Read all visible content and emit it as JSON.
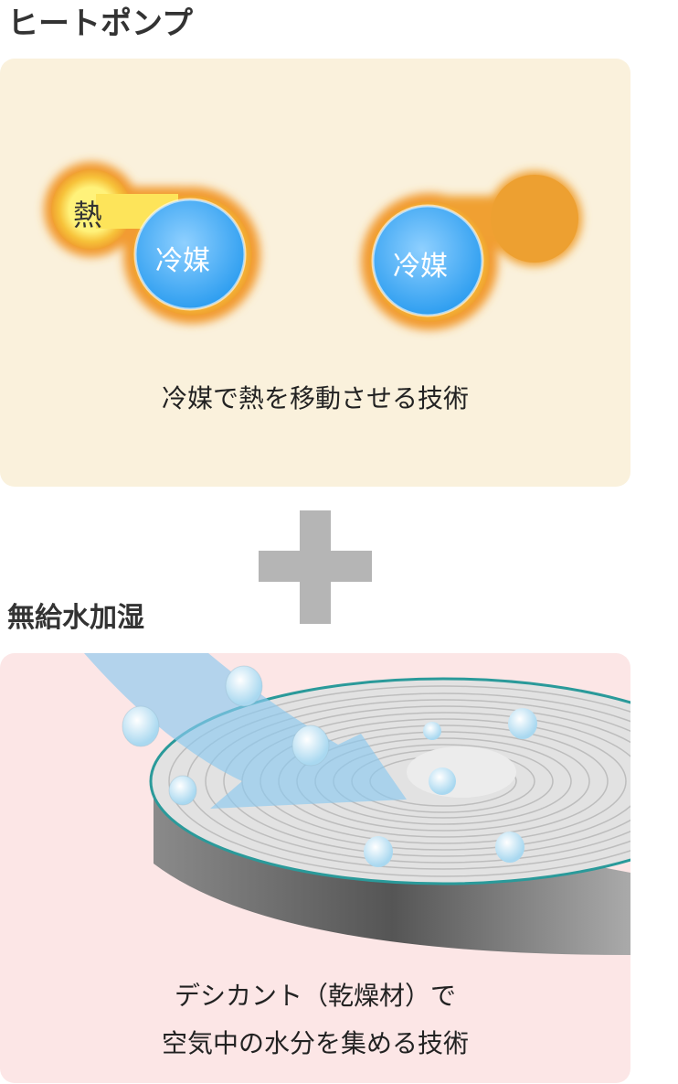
{
  "heat_pump": {
    "title": "ヒートポンプ",
    "heat_label": "熱",
    "refrigerant_label_left": "冷媒",
    "refrigerant_label_right": "冷媒",
    "caption": "冷媒で熱を移動させる技術",
    "background_color": "#faf1dc"
  },
  "plus_symbol": {
    "color": "#b5b5b5"
  },
  "humidification": {
    "title": "無給水加湿",
    "caption_line1": "デシカント（乾燥材）で",
    "caption_line2": "空気中の水分を集める技術",
    "background_color": "#fce6e6"
  }
}
